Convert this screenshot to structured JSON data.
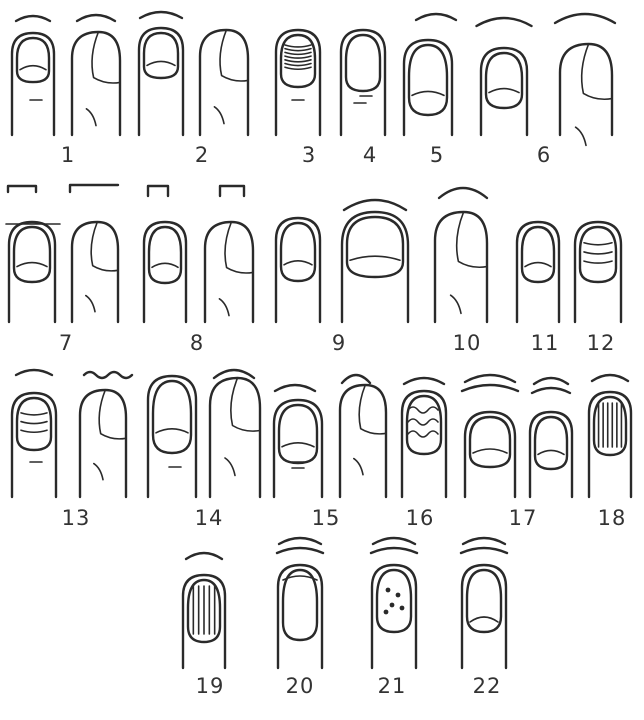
{
  "figure": {
    "labels": [
      "1",
      "2",
      "3",
      "4",
      "5",
      "6",
      "7",
      "8",
      "9",
      "10",
      "11",
      "12",
      "13",
      "14",
      "15",
      "16",
      "17",
      "18",
      "19",
      "20",
      "21",
      "22"
    ]
  }
}
